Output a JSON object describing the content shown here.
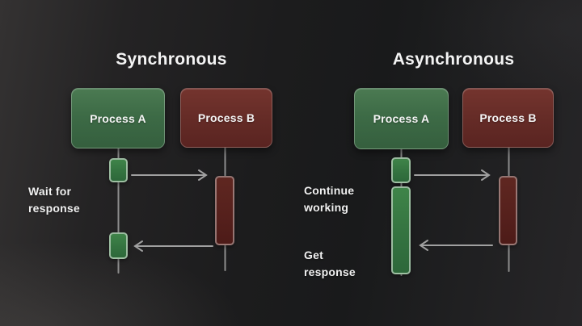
{
  "slide": {
    "left": {
      "title": "Synchronous",
      "process_a_label": "Process A",
      "process_b_label": "Process B",
      "note_wait": "Wait for\nresponse"
    },
    "right": {
      "title": "Asynchronous",
      "process_a_label": "Process A",
      "process_b_label": "Process B",
      "note_continue": "Continue\nworking",
      "note_get": "Get\nresponse"
    },
    "colors": {
      "background": "#1d1d1e",
      "process_green": "#3d6b46",
      "process_red": "#662c27",
      "activation_green": "#347340",
      "activation_red": "#55201c",
      "lifeline_gray": "#8d8d8d",
      "arrow_gray": "#a0a0a0",
      "text": "#f2f2f2"
    }
  }
}
